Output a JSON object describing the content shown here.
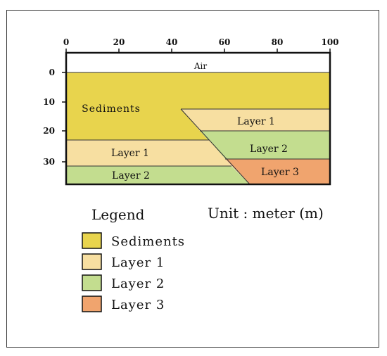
{
  "diagram": {
    "x_ticks": [
      "0",
      "20",
      "40",
      "60",
      "80",
      "100"
    ],
    "y_ticks": [
      "0",
      "10",
      "20",
      "30"
    ],
    "region_labels": {
      "air": "Air",
      "sediments": "Sediments",
      "layer1_left": "Layer 1",
      "layer2_left": "Layer 2",
      "layer1_right": "Layer 1",
      "layer2_right": "Layer 2",
      "layer3": "Layer 3"
    },
    "unit": "Unit : meter (m)"
  },
  "legend": {
    "title": "Legend",
    "items": [
      {
        "label": "Sediments",
        "color": "#e8d44d"
      },
      {
        "label": "Layer 1",
        "color": "#f7dfa1"
      },
      {
        "label": "Layer 2",
        "color": "#c3dd8f"
      },
      {
        "label": "Layer 3",
        "color": "#f0a46e"
      }
    ]
  },
  "colors": {
    "air": "#ffffff",
    "sediments": "#e8d44d",
    "layer1": "#f7dfa1",
    "layer2": "#c3dd8f",
    "layer3": "#f0a46e"
  }
}
